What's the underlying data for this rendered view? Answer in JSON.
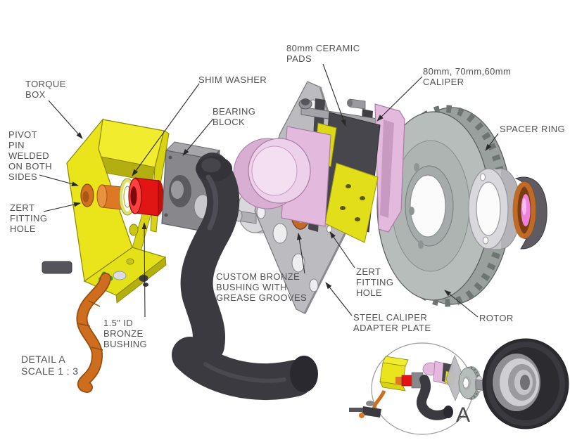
{
  "diagram": {
    "description": "Exploded-view CAD illustration of a brake / steering knuckle assembly with detail inset",
    "detail_marker": "A",
    "labels": {
      "torque_box": "TORQUE\nBOX",
      "pivot_pin": "PIVOT\nPIN\nWELDED\nON BOTH\nSIDES",
      "zert_left": "ZERT\nFITTING\nHOLE",
      "shim_washer": "SHIM WASHER",
      "bearing_block": "BEARING\nBLOCK",
      "ceramic_pads": "80mm CERAMIC\nPADS",
      "caliper": "80mm, 70mm,60mm\nCALIPER",
      "spacer_ring": "SPACER RING",
      "custom_bushing": "CUSTOM BRONZE\nBUSHING WITH\nGREASE GROOVES",
      "zert_right": "ZERT\nFITTING\nHOLE",
      "adapter_plate": "STEEL CALIPER\nADAPTER PLATE",
      "rotor": "ROTOR",
      "bronze_bushing": "1.5\" ID\nBRONZE\nBUSHING",
      "detail_note": "DETAIL A\nSCALE 1 : 3"
    },
    "parts": [
      {
        "name": "torque box",
        "color": "#e9e51a"
      },
      {
        "name": "pivot pin",
        "color": "#dd7824"
      },
      {
        "name": "shim washer",
        "color": "#ffffff"
      },
      {
        "name": "1.5 inch ID bronze bushing",
        "color": "#e21414"
      },
      {
        "name": "bearing block",
        "color": "#88888c"
      },
      {
        "name": "spindle arm",
        "color": "#3b3a40"
      },
      {
        "name": "grease line",
        "color": "#cd6d1d"
      },
      {
        "name": "spindle",
        "color": "#cdcdd1"
      },
      {
        "name": "custom bronze bushing",
        "color": "#c06a28"
      },
      {
        "name": "steel caliper adapter plate",
        "color": "#bcbcc0"
      },
      {
        "name": "caliper",
        "color": "#e3bade"
      },
      {
        "name": "ceramic pads",
        "color": "#47464c"
      },
      {
        "name": "rotor",
        "color": "#b7bdbb"
      },
      {
        "name": "spacer ring",
        "color": "#d9d9dd"
      },
      {
        "name": "wheel tire",
        "color": "#2c2b2f"
      }
    ],
    "label_text_color": "#515154",
    "leader_line_color": "#2a2a2a"
  }
}
